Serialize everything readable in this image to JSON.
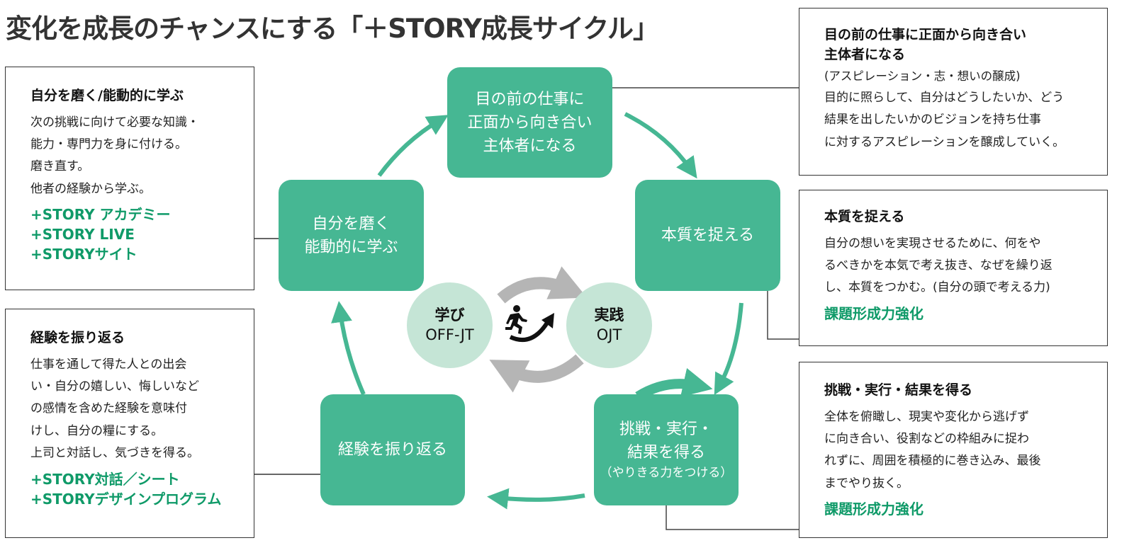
{
  "title": "変化を成長のチャンスにする「＋STORY成長サイクル」",
  "colors": {
    "node_green": "#46b793",
    "circle_light_green": "#c5e5d6",
    "accent_text_green": "#0f9a68",
    "gray_arrow": "#b5b5b5",
    "connector": "#555555"
  },
  "cycle_nodes": {
    "top": {
      "lines": [
        "目の前の仕事に",
        "正面から向き合い",
        "主体者になる"
      ]
    },
    "right": {
      "lines": [
        "本質を捉える"
      ]
    },
    "bottom": {
      "lines": [
        "挑戦・実行・",
        "結果を得る"
      ],
      "sub": "（やりきる力をつける）"
    },
    "bottom_left": {
      "lines": [
        "経験を振り返る"
      ]
    },
    "left": {
      "lines": [
        "自分を磨く",
        "能動的に学ぶ"
      ]
    }
  },
  "center": {
    "learn": {
      "label": "学び",
      "sub": "OFF-JT"
    },
    "practice": {
      "label": "実践",
      "sub": "OJT"
    },
    "icon": "running-person-arrow-icon"
  },
  "panels": {
    "left_top": {
      "heading": "自分を磨く/能動的に学ぶ",
      "body": [
        "次の挑戦に向けて必要な知識・",
        "能力・専門力を身に付ける。",
        "磨き直す。",
        "他者の経験から学ぶ。"
      ],
      "programs": [
        "+STORY アカデミー",
        "+STORY LIVE",
        "+STORYサイト"
      ]
    },
    "left_bottom": {
      "heading": "経験を振り返る",
      "body": [
        "仕事を通して得た人との出会",
        "い・自分の嬉しい、悔しいなど",
        "の感情を含めた経験を意味付",
        "けし、自分の糧にする。",
        "上司と対話し、気づきを得る。"
      ],
      "programs": [
        "+STORY対話／シート",
        "+STORYデザインプログラム"
      ]
    },
    "right_1": {
      "heading": [
        "目の前の仕事に正面から向き合い",
        "主体者になる"
      ],
      "subheading": "(アスピレーション・志・想いの醸成)",
      "body": [
        "目的に照らして、自分はどうしたいか、どう",
        "結果を出したいかのビジョンを持ち仕事",
        "に対するアスピレーションを醸成していく。"
      ]
    },
    "right_2": {
      "heading": "本質を捉える",
      "body": [
        "自分の想いを実現させるために、何をや",
        "るべきかを本気で考え抜き、なぜを繰り返",
        "し、本質をつかむ。(自分の頭で考える力)"
      ],
      "programs": [
        "課題形成力強化"
      ]
    },
    "right_3": {
      "heading": "挑戦・実行・結果を得る",
      "body": [
        "全体を俯瞰し、現実や変化から逃げず",
        "に向き合い、役割などの枠組みに捉わ",
        "れずに、周囲を積極的に巻き込み、最後",
        "までやり抜く。"
      ],
      "programs": [
        "課題形成力強化"
      ]
    }
  }
}
